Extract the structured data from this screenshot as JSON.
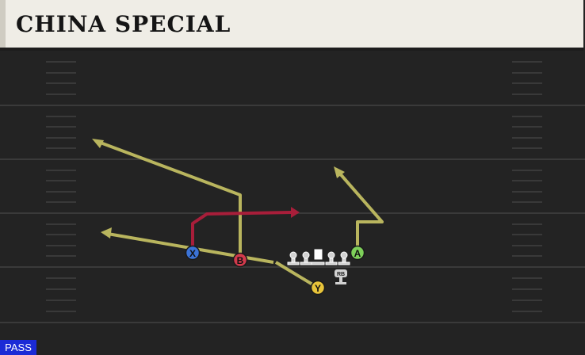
{
  "header": {
    "title": "CHINA SPECIAL"
  },
  "play_type": "PASS",
  "players": {
    "x": {
      "label": "X",
      "color": "#3b73d6"
    },
    "b": {
      "label": "B",
      "color": "#d23a4c"
    },
    "a": {
      "label": "A",
      "color": "#7ed05a"
    },
    "y": {
      "label": "Y",
      "color": "#e8c43a"
    },
    "rb": {
      "label": "RB"
    }
  },
  "colors": {
    "field": "#232323",
    "route_primary": "#b9b55e",
    "route_highlight": "#a81e3a",
    "badge": "#1b2bd6"
  }
}
